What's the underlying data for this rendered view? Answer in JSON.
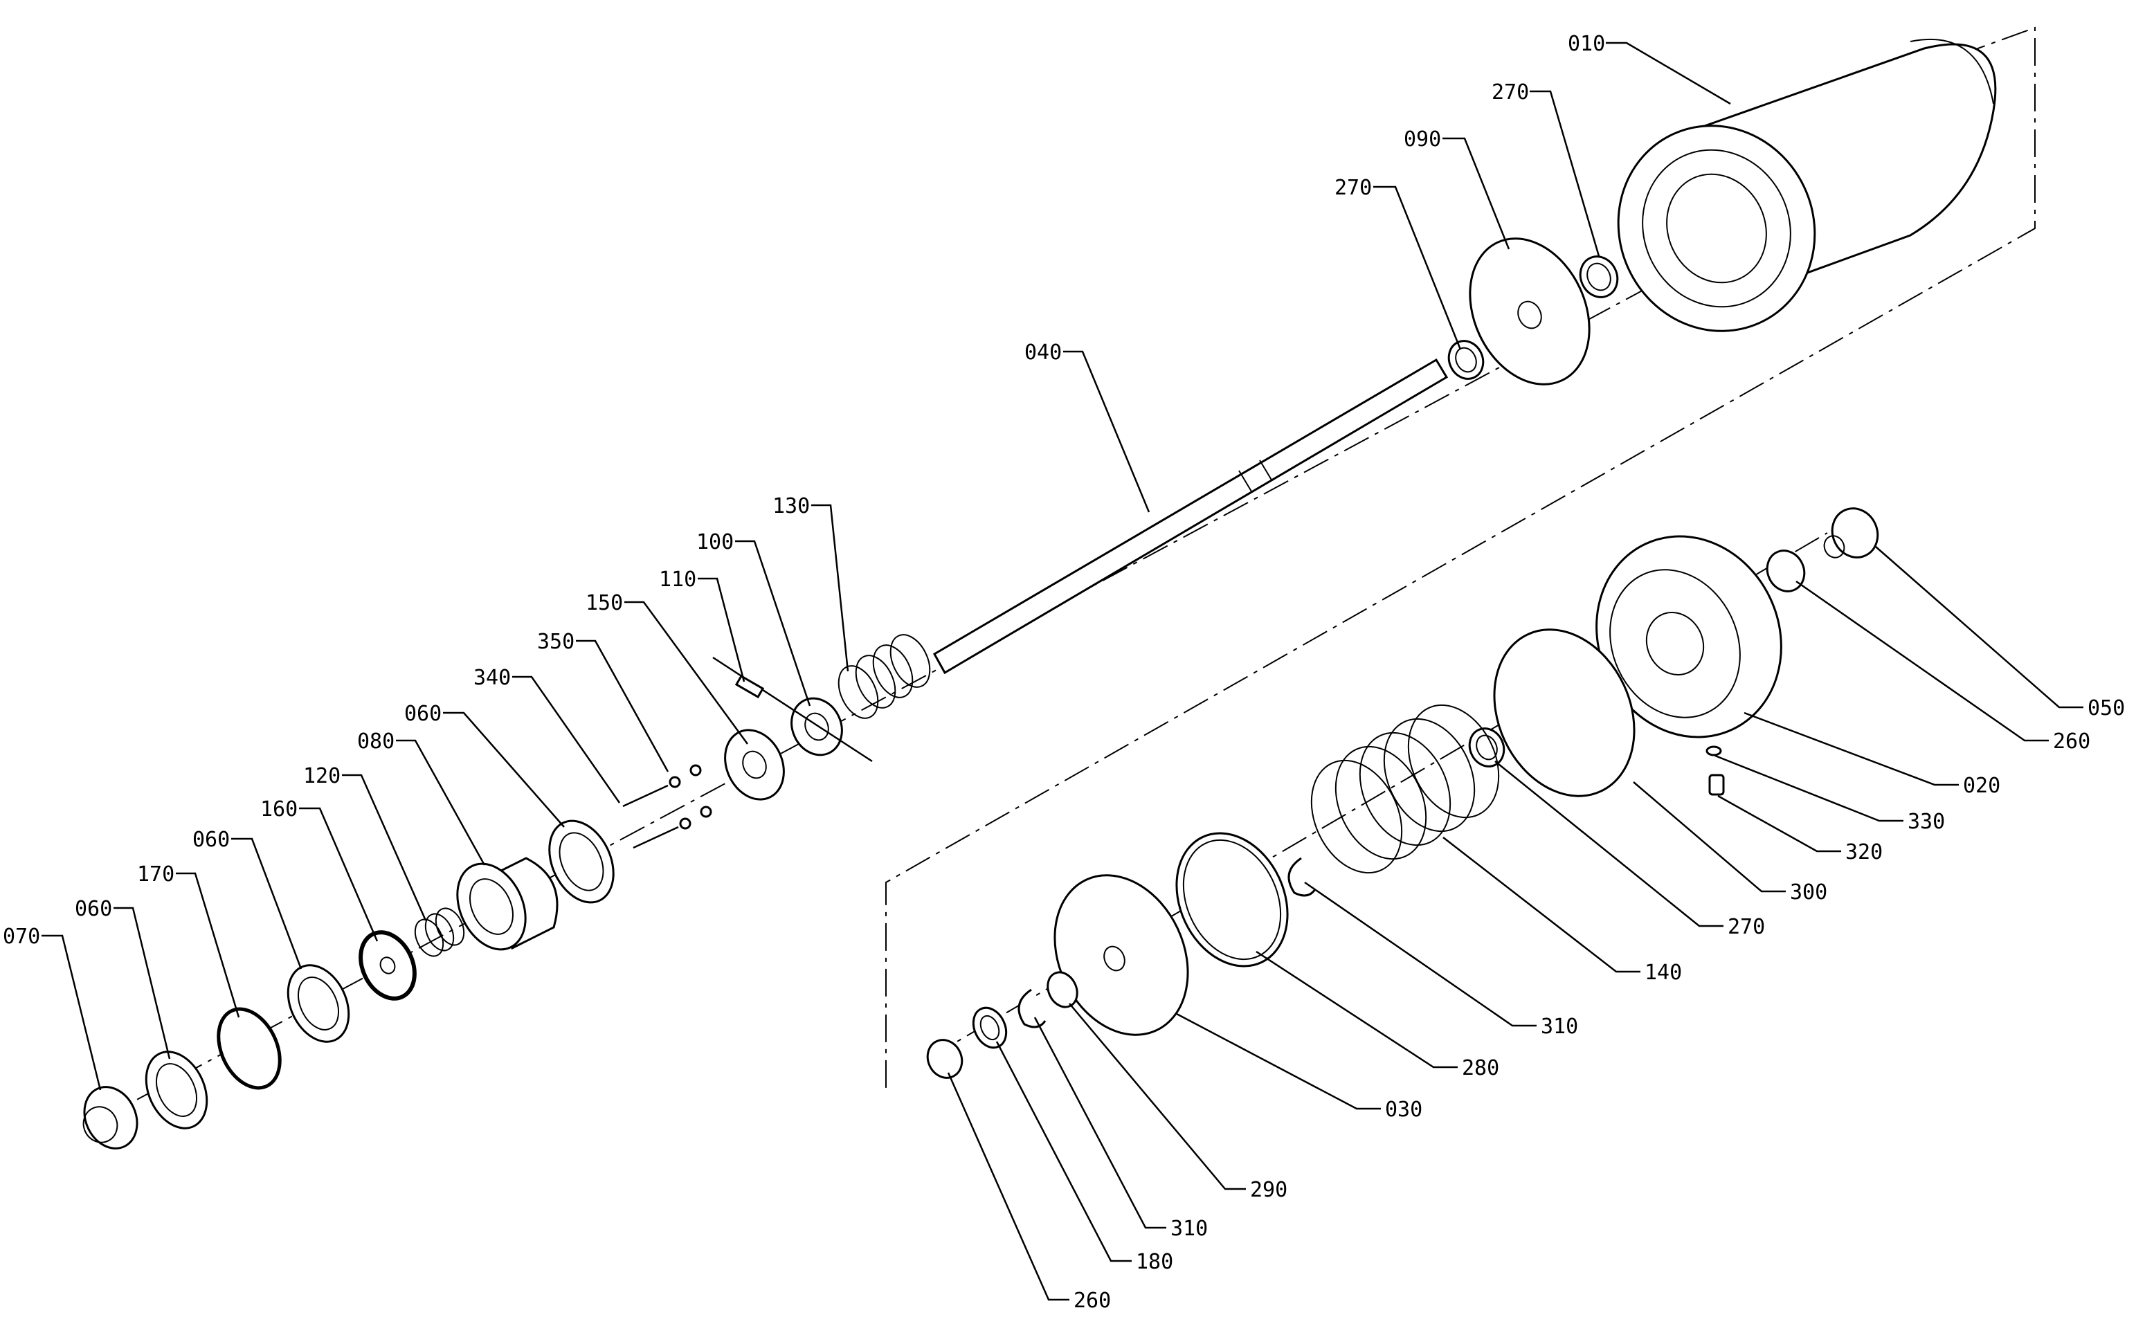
{
  "figure": {
    "colors": {
      "line": "#000000",
      "background": "#ffffff"
    },
    "callouts": {
      "c010": "010",
      "c270a": "270",
      "c090": "090",
      "c270b": "270",
      "c040": "040",
      "c130": "130",
      "c100": "100",
      "c110": "110",
      "c150": "150",
      "c350": "350",
      "c340": "340",
      "c060a": "060",
      "c080": "080",
      "c120": "120",
      "c160": "160",
      "c060b": "060",
      "c170": "170",
      "c060c": "060",
      "c070": "070",
      "c050": "050",
      "c260a": "260",
      "c020": "020",
      "c330": "330",
      "c320": "320",
      "c300": "300",
      "c270c": "270",
      "c140": "140",
      "c310a": "310",
      "c280": "280",
      "c030": "030",
      "c290": "290",
      "c310b": "310",
      "c180": "180",
      "c260b": "260"
    }
  }
}
